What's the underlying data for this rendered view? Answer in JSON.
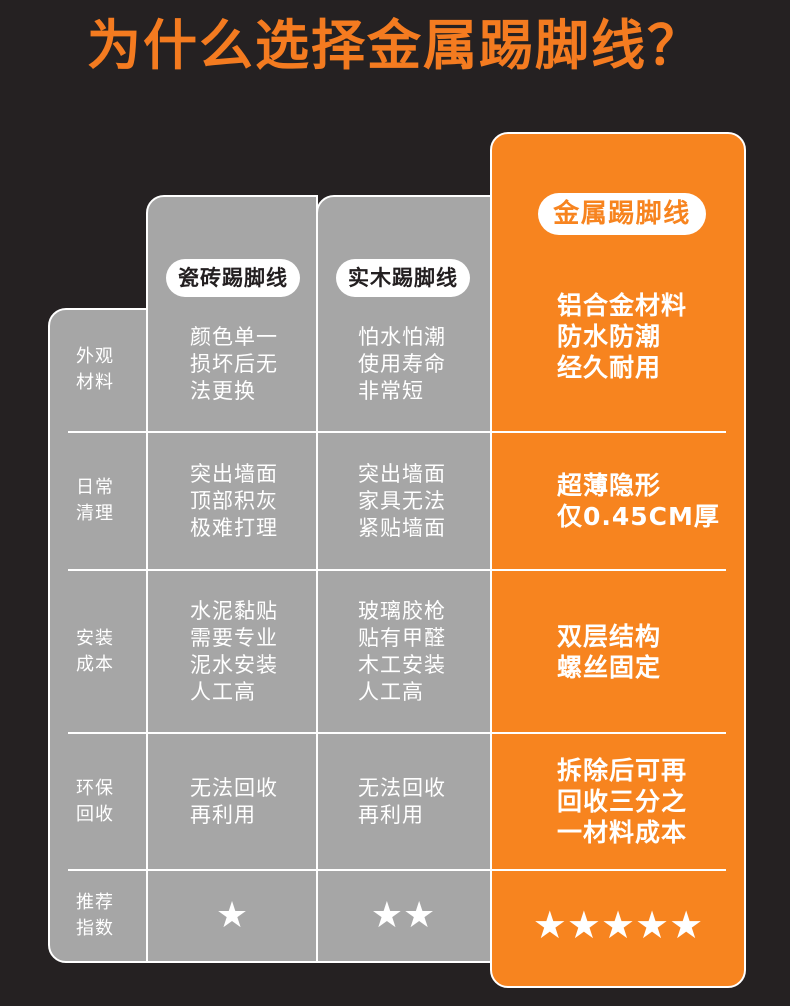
{
  "title": "为什么选择金属踢脚线？",
  "colors": {
    "background": "#252122",
    "accent": "#f47b20",
    "panel_gray": "#a6a6a6",
    "highlight_panel": "#f7841f",
    "text_light": "#ffffff",
    "pill_text_dark": "#231f20"
  },
  "star_glyph": "★",
  "columns": [
    {
      "name": "瓷砖踢脚线"
    },
    {
      "name": "实木踢脚线"
    },
    {
      "name": "金属踢脚线"
    }
  ],
  "rows": [
    {
      "label": [
        "外观",
        "材料"
      ],
      "cells": [
        [
          "颜色单一",
          "损坏后无",
          "法更换"
        ],
        [
          "怕水怕潮",
          "使用寿命",
          "非常短"
        ],
        [
          "铝合金材料",
          "防水防潮",
          "经久耐用"
        ]
      ]
    },
    {
      "label": [
        "日常",
        "清理"
      ],
      "cells": [
        [
          "突出墙面",
          "顶部积灰",
          "极难打理"
        ],
        [
          "突出墙面",
          "家具无法",
          "紧贴墙面"
        ],
        [
          "超薄隐形",
          "仅0.45CM厚"
        ]
      ]
    },
    {
      "label": [
        "安装",
        "成本"
      ],
      "cells": [
        [
          "水泥黏贴",
          "需要专业",
          "泥水安装",
          "人工高"
        ],
        [
          "玻璃胶枪",
          "贴有甲醛",
          "木工安装",
          "人工高"
        ],
        [
          "双层结构",
          "螺丝固定"
        ]
      ]
    },
    {
      "label": [
        "环保",
        "回收"
      ],
      "cells": [
        [
          "无法回收",
          "再利用"
        ],
        [
          "无法回收",
          "再利用"
        ],
        [
          "拆除后可再",
          "回收三分之",
          "一材料成本"
        ]
      ]
    },
    {
      "label": [
        "推荐",
        "指数"
      ],
      "ratings": [
        1,
        2,
        5
      ]
    }
  ]
}
